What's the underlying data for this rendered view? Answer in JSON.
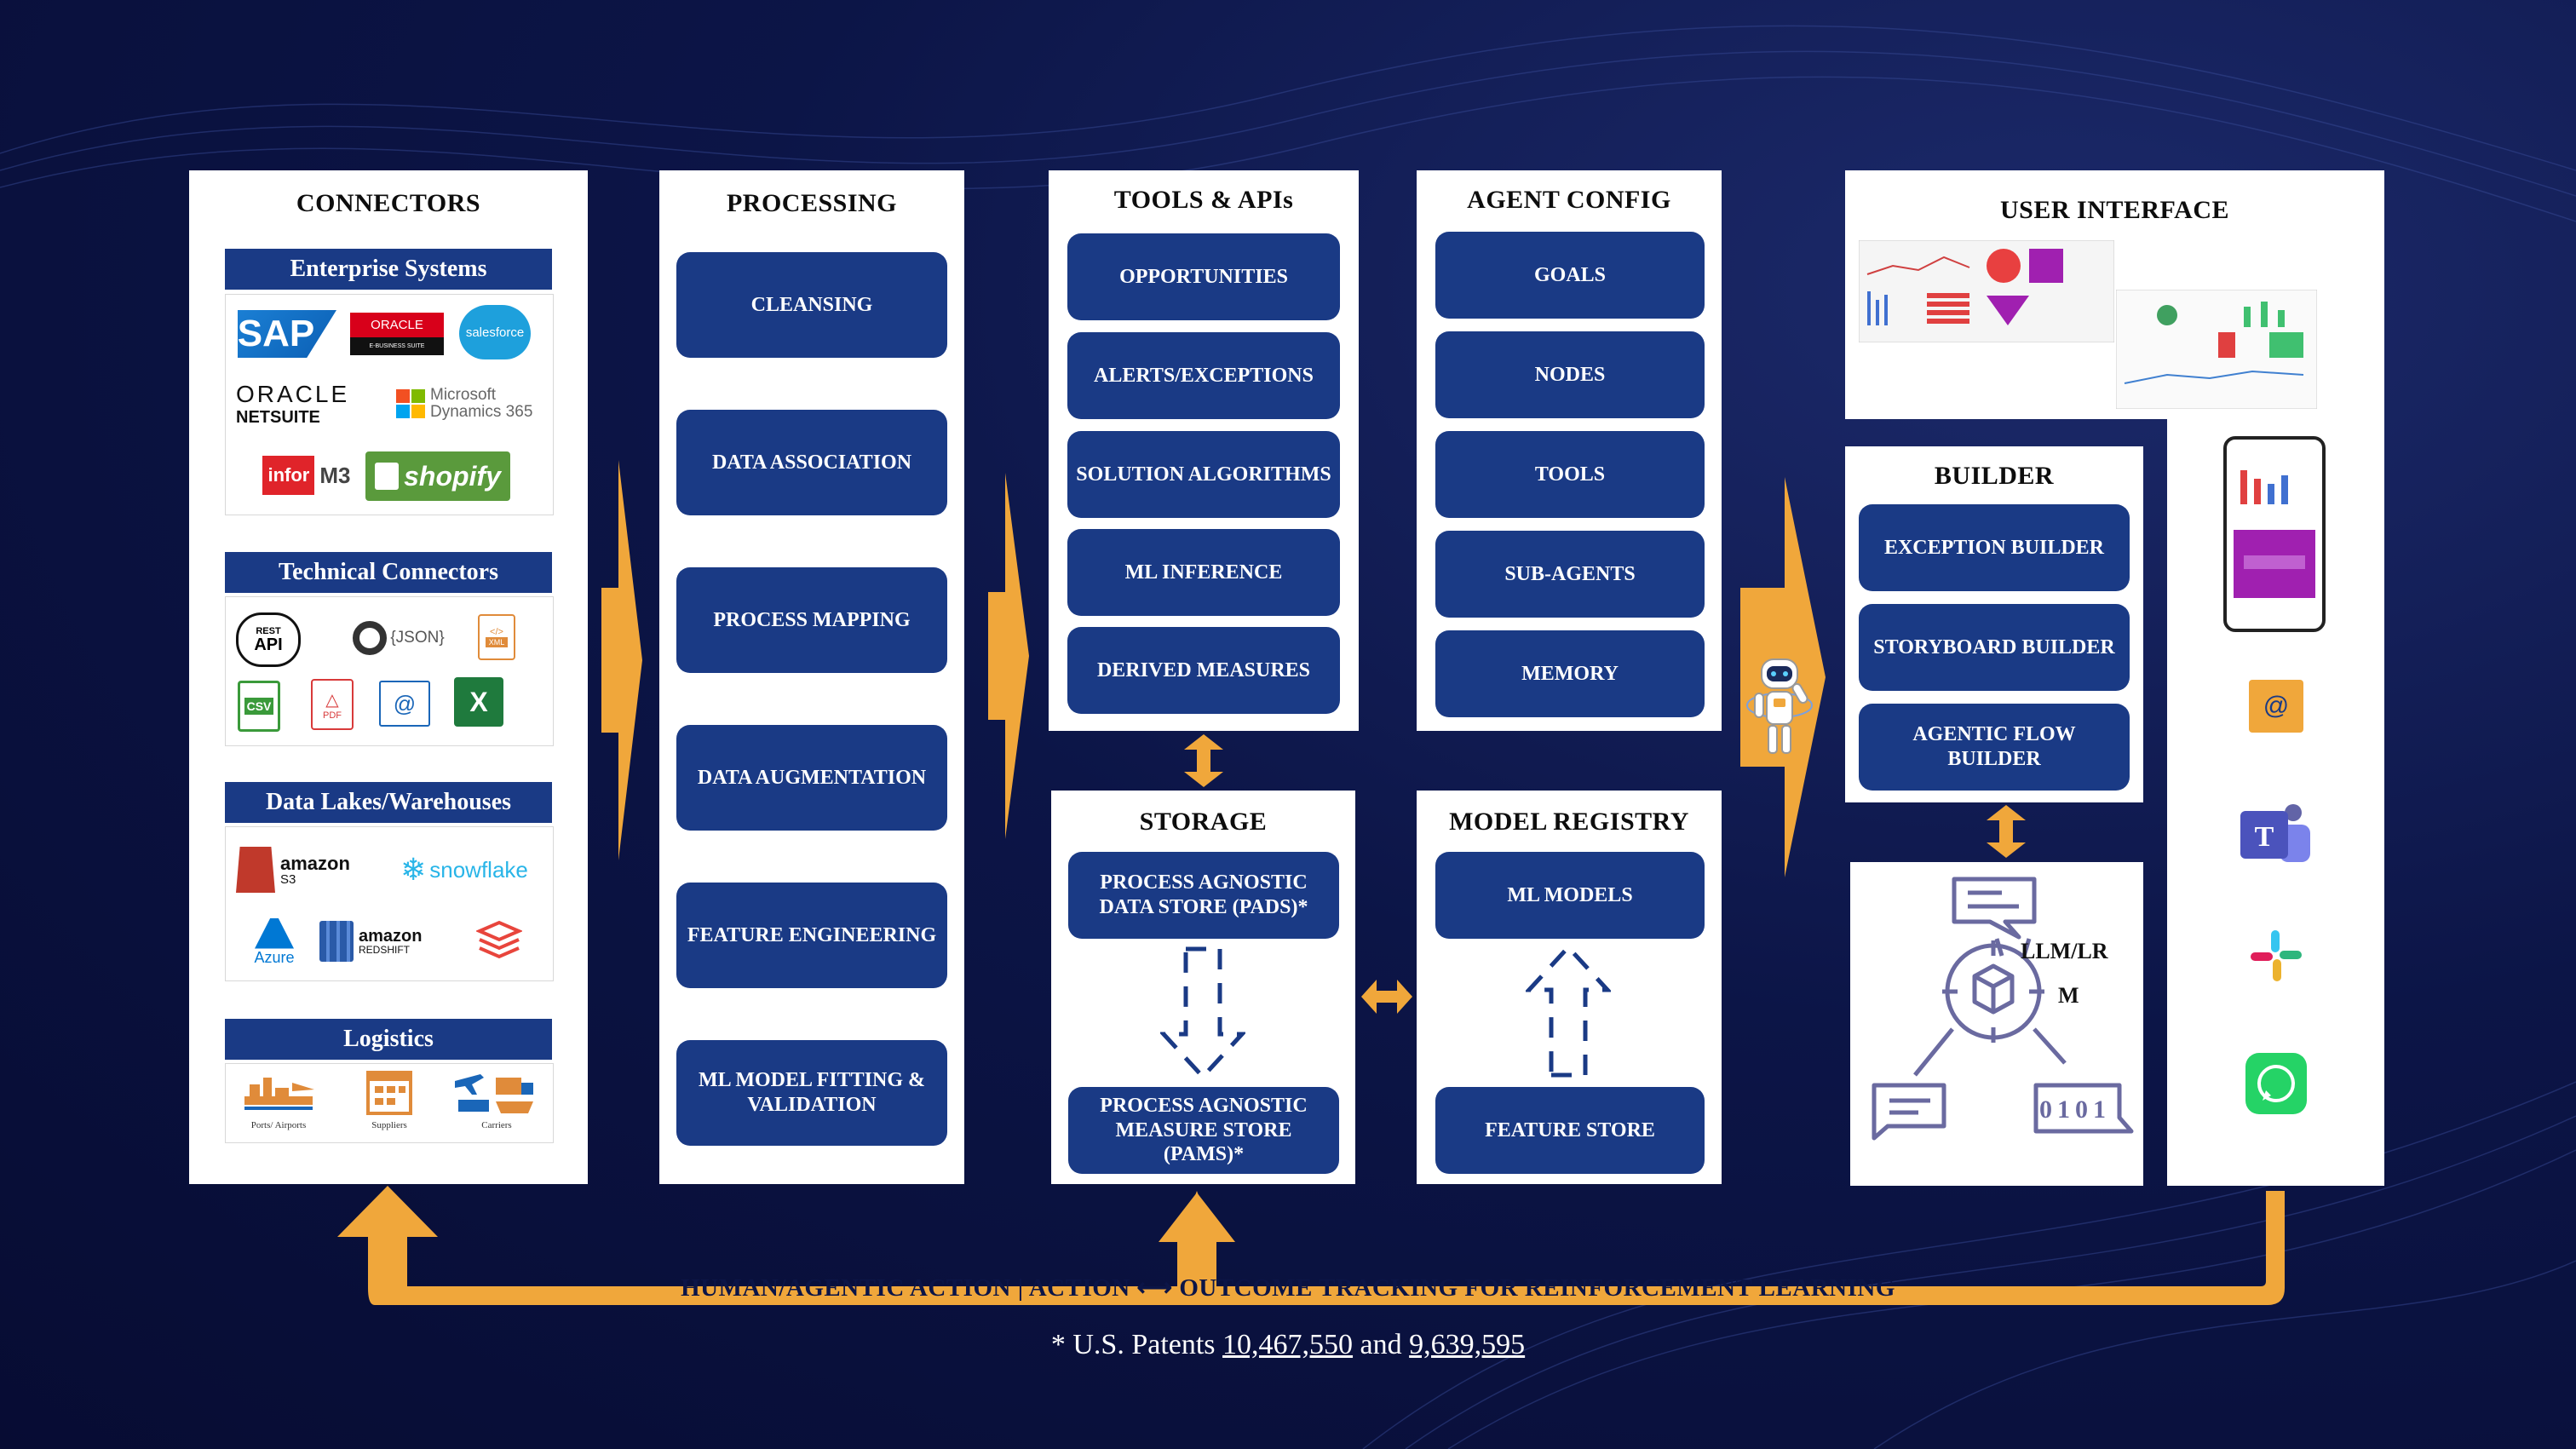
{
  "connectors": {
    "title": "CONNECTORS",
    "categories": [
      {
        "name": "Enterprise Systems"
      },
      {
        "name": "Technical Connectors"
      },
      {
        "name": "Data Lakes/Warehouses"
      },
      {
        "name": "Logistics"
      }
    ],
    "enterprise_logos": {
      "sap": "SAP",
      "oracle_ebs": "ORACLE",
      "oracle_ebs_sub": "E-BUSINESS SUITE",
      "salesforce": "salesforce",
      "netsuite_top": "ORACLE",
      "netsuite_bottom": "NETSUITE",
      "msd_top": "Microsoft",
      "msd_bottom": "Dynamics 365",
      "infor": "infor",
      "m3": "M3",
      "shopify": "shopify"
    },
    "technical_logos": {
      "rest": "REST",
      "api": "API",
      "json": "{JSON}",
      "xml": "XML",
      "csv": "CSV",
      "pdf": "PDF",
      "excel": "X"
    },
    "lake_logos": {
      "amazon_s3_top": "amazon",
      "amazon_s3_bottom": "S3",
      "snowflake": "snowflake",
      "azure": "Azure",
      "redshift_top": "amazon",
      "redshift_bottom": "REDSHIFT"
    },
    "logistics_labels": [
      "Ports/ Airports",
      "Suppliers",
      "Carriers"
    ]
  },
  "processing": {
    "title": "PROCESSING",
    "items": [
      "CLEANSING",
      "DATA ASSOCIATION",
      "PROCESS MAPPING",
      "DATA AUGMENTATION",
      "FEATURE ENGINEERING",
      "ML MODEL FITTING & VALIDATION"
    ]
  },
  "tools": {
    "title": "TOOLS & APIs",
    "items": [
      "OPPORTUNITIES",
      "ALERTS/EXCEPTIONS",
      "SOLUTION ALGORITHMS",
      "ML INFERENCE",
      "DERIVED MEASURES"
    ]
  },
  "agent_config": {
    "title": "AGENT CONFIG",
    "items": [
      "GOALS",
      "NODES",
      "TOOLS",
      "SUB-AGENTS",
      "MEMORY"
    ]
  },
  "storage": {
    "title": "STORAGE",
    "items": [
      "PROCESS AGNOSTIC DATA STORE (PADS)*",
      "PROCESS AGNOSTIC MEASURE STORE (PAMS)*"
    ]
  },
  "model_registry": {
    "title": "MODEL REGISTRY",
    "items": [
      "ML MODELS",
      "FEATURE STORE"
    ]
  },
  "user_interface": {
    "title": "USER INTERFACE"
  },
  "builder": {
    "title": "BUILDER",
    "items": [
      "EXCEPTION BUILDER",
      "STORYBOARD BUILDER",
      "AGENTIC FLOW BUILDER"
    ]
  },
  "llm": {
    "label_line1": "LLM/LR",
    "label_line2": "M",
    "binary": "0101"
  },
  "feedback": {
    "text": "HUMAN/AGENTIC ACTION | ACTION ⟷ OUTCOME TRACKING FOR REINFORCEMENT LEARNING"
  },
  "footer": {
    "prefix": "* U.S. Patents ",
    "patent1": "10,467,550",
    "and": " and ",
    "patent2": "9,639,595"
  },
  "colors": {
    "navy": "#1a3a85",
    "orange": "#f0a73b",
    "background": "#0c1547"
  }
}
